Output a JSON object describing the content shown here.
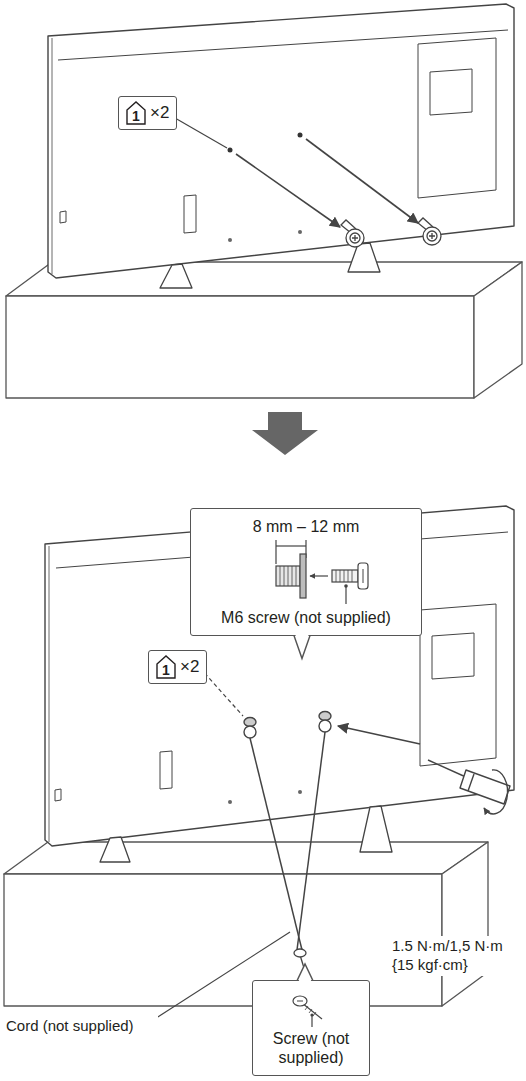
{
  "diagram": {
    "nodes": [
      {
        "text": [
          "×2"
        ]
      },
      {
        "text": [
          "1"
        ],
        "in": 0
      },
      {
        "text": [
          "8 mm – 12 mm",
          "M6 screw (not supplied)"
        ]
      },
      {
        "text": [
          "×2"
        ]
      },
      {
        "text": [
          "1"
        ],
        "in": 3
      },
      {
        "text": [
          "Screw (not supplied)"
        ]
      }
    ],
    "labels": [
      "Cord (not supplied)",
      "1.5 N·m/1,5 N·m {15 kgf·cm}"
    ]
  }
}
